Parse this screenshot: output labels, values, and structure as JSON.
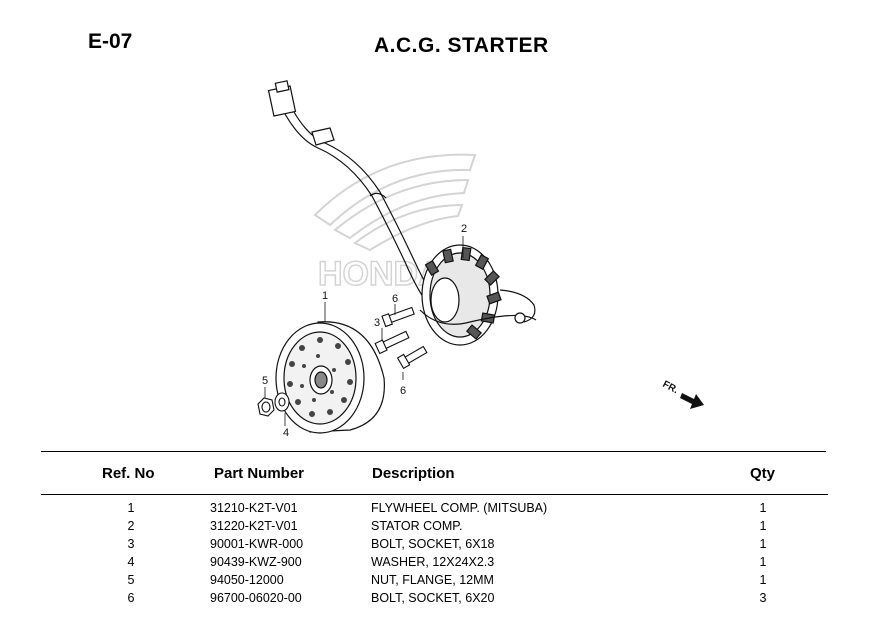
{
  "page": {
    "code": "E-07",
    "title": "A.C.G. STARTER"
  },
  "diagram": {
    "callouts": [
      "1",
      "2",
      "3",
      "4",
      "5",
      "6",
      "6"
    ],
    "direction_label": "FR.",
    "watermark": "HONDA",
    "colors": {
      "line": "#111111",
      "watermark": "#d9d9d9"
    }
  },
  "table": {
    "headers": {
      "ref": "Ref. No",
      "part": "Part Number",
      "desc": "Description",
      "qty": "Qty"
    },
    "rows": [
      {
        "ref": "1",
        "part": "31210-K2T-V01",
        "desc": "FLYWHEEL COMP. (MITSUBA)",
        "qty": "1"
      },
      {
        "ref": "2",
        "part": "31220-K2T-V01",
        "desc": "STATOR COMP.",
        "qty": "1"
      },
      {
        "ref": "3",
        "part": "90001-KWR-000",
        "desc": "BOLT, SOCKET, 6X18",
        "qty": "1"
      },
      {
        "ref": "4",
        "part": "90439-KWZ-900",
        "desc": "WASHER, 12X24X2.3",
        "qty": "1"
      },
      {
        "ref": "5",
        "part": "94050-12000",
        "desc": "NUT, FLANGE, 12MM",
        "qty": "1"
      },
      {
        "ref": "6",
        "part": "96700-06020-00",
        "desc": "BOLT, SOCKET, 6X20",
        "qty": "3"
      }
    ]
  }
}
